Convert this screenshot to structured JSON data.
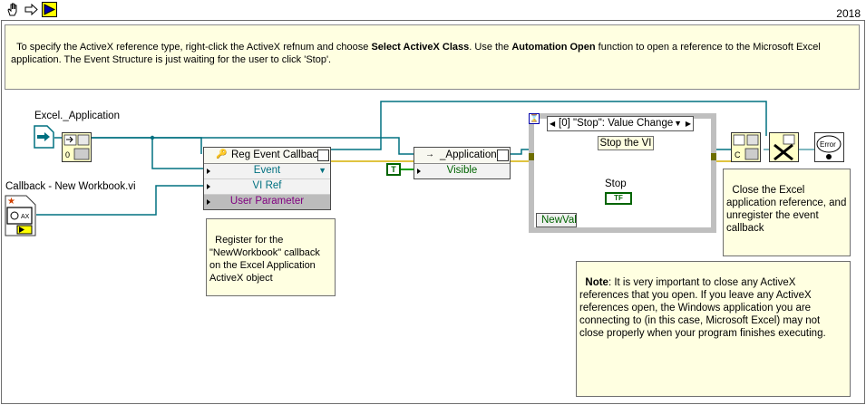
{
  "version_label": "2018",
  "toolbar": {
    "icons": [
      "hand-icon",
      "step-arrow-icon",
      "run-arrow-icon"
    ]
  },
  "description": {
    "p1": "To specify the ActiveX reference type, right-click the ActiveX refnum and choose ",
    "b1": "Select ActiveX Class",
    "p2": ". Use the ",
    "b2": "Automation Open",
    "p3": " function to open a reference to the Microsoft Excel application. The Event Structure is just waiting for the user to click 'Stop'."
  },
  "controls": {
    "excel_label": "Excel._Application",
    "callback_label": "Callback - New Workbook.vi"
  },
  "reg_event": {
    "title": "Reg Event Callback",
    "terminals": [
      "Event",
      "VI Ref",
      "User Parameter"
    ]
  },
  "property_node": {
    "title": "_Application",
    "property": "Visible",
    "constant": "T"
  },
  "event_structure": {
    "selector": "[0] \"Stop\": Value Change",
    "button_text": "Stop the VI",
    "stop_label": "Stop",
    "stop_terminal": "TF",
    "newval": "NewVal"
  },
  "comments": {
    "register": "Register for the \"NewWorkbook\" callback on the Excel Application ActiveX object",
    "close": "Close the Excel application reference, and unregister the event callback",
    "note_bold": "Note",
    "note_text": ": It is very important to close any ActiveX references that you open. If you leave any ActiveX references open, the Windows application you are connecting to (in this case, Microsoft Excel) may not close properly when your program finishes executing."
  },
  "colors": {
    "refnum_wire": "#007080",
    "boolean_wire": "#00a000",
    "case_border": "#bfbfbf",
    "comment_bg": "#ffffe1"
  }
}
